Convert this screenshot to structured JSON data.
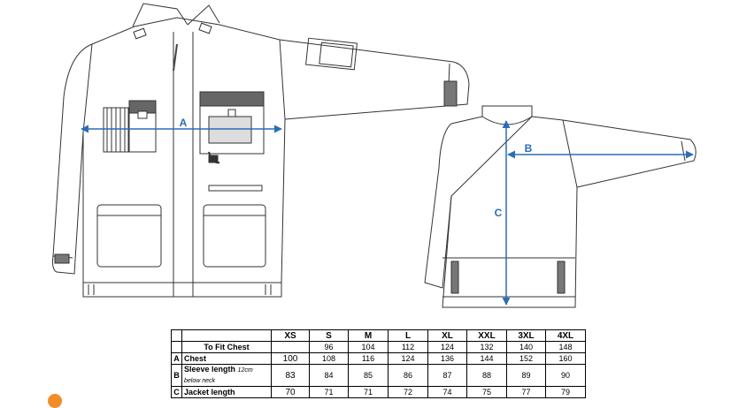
{
  "labels": {
    "a": "A",
    "b": "B",
    "c": "C"
  },
  "colors": {
    "measure": "#2a6db5",
    "line": "#333333",
    "dark": "#555555"
  },
  "table": {
    "sizes": [
      "XS",
      "S",
      "M",
      "L",
      "XL",
      "XXL",
      "3XL",
      "4XL"
    ],
    "rows": [
      {
        "letter": "",
        "label": "To Fit Chest",
        "note": "",
        "values": [
          "",
          "96",
          "104",
          "112",
          "124",
          "132",
          "140",
          "148"
        ]
      },
      {
        "letter": "A",
        "label": "Chest",
        "note": "",
        "values": [
          "100",
          "108",
          "116",
          "124",
          "136",
          "144",
          "152",
          "160"
        ]
      },
      {
        "letter": "B",
        "label": "Sleeve length",
        "note": "12cm below neck",
        "values": [
          "83",
          "84",
          "85",
          "86",
          "87",
          "88",
          "89",
          "90"
        ]
      },
      {
        "letter": "C",
        "label": "Jacket length",
        "note": "",
        "values": [
          "70",
          "71",
          "71",
          "72",
          "74",
          "75",
          "77",
          "79"
        ]
      }
    ]
  }
}
